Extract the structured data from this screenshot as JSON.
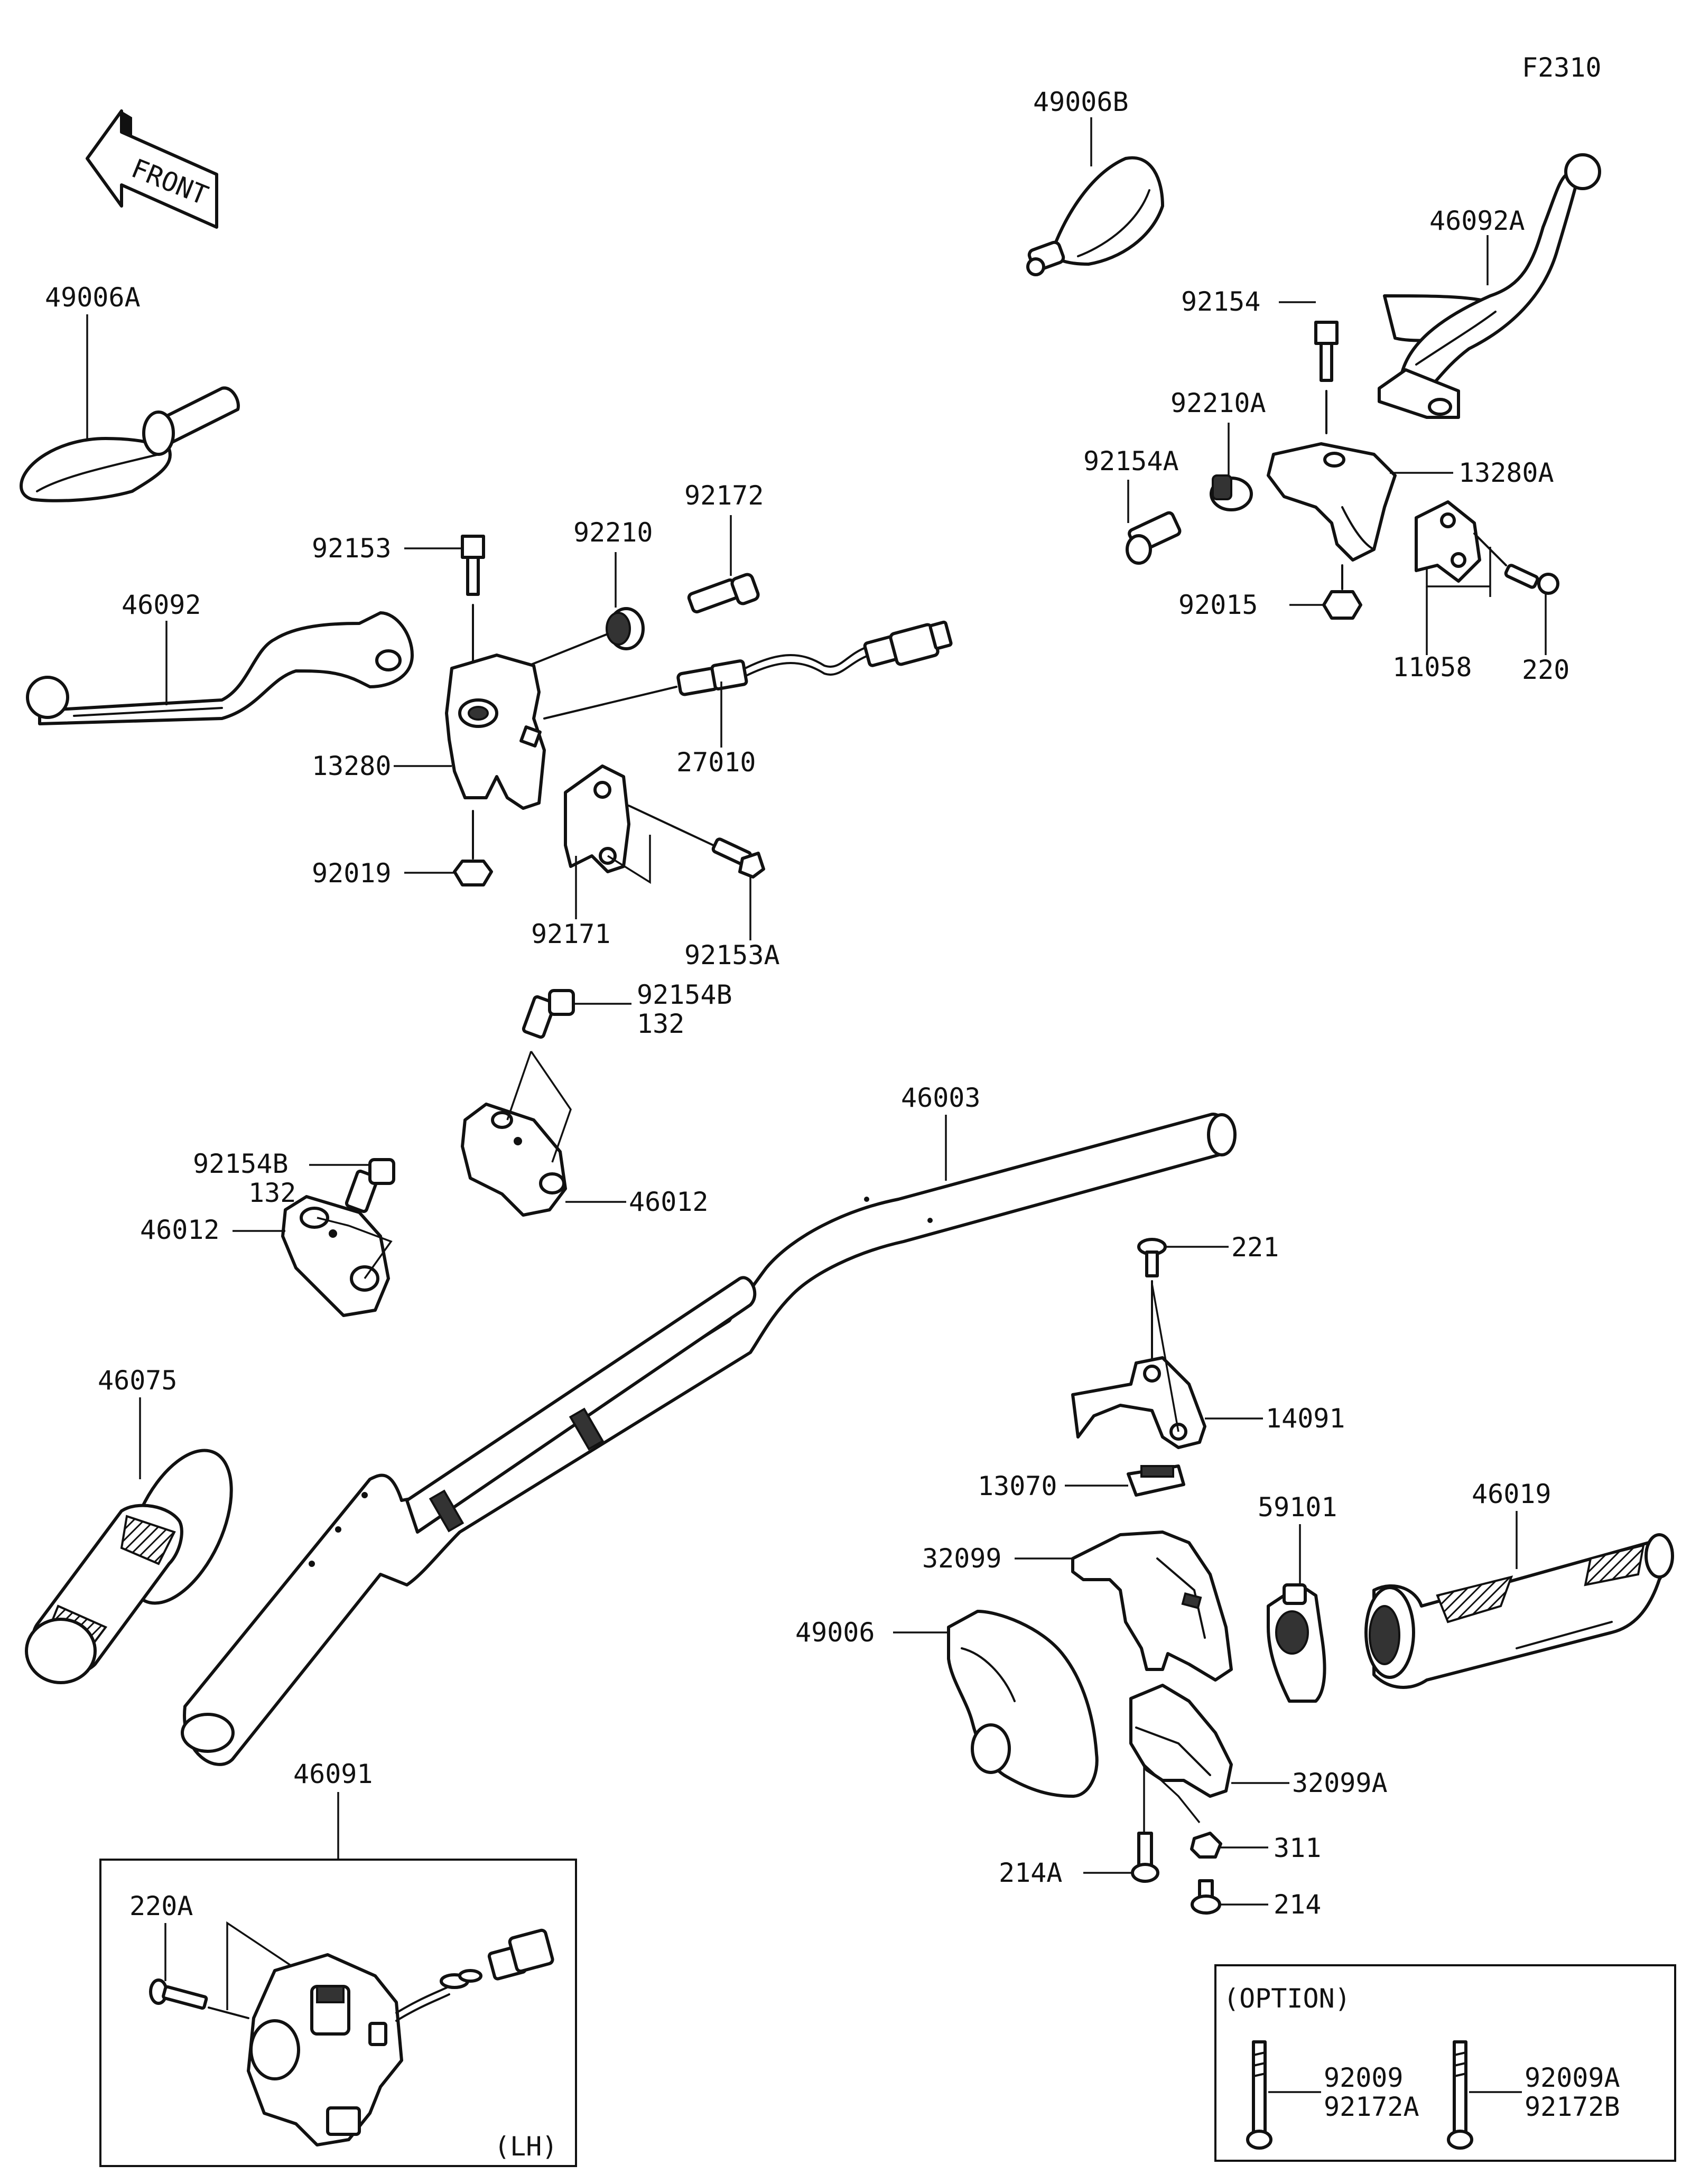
{
  "figure_code": "F2310",
  "front_label": "FRONT",
  "option_label": "(OPTION)",
  "lh_label": "(LH)",
  "labels": {
    "p49006B": "49006B",
    "p46092A": "46092A",
    "p92154": "92154",
    "p92210A": "92210A",
    "p92154A": "92154A",
    "p13280A": "13280A",
    "p92015": "92015",
    "p11058": "11058",
    "p220": "220",
    "p49006A": "49006A",
    "p92153": "92153",
    "p92210": "92210",
    "p92172": "92172",
    "p46092": "46092",
    "p13280": "13280",
    "p27010": "27010",
    "p92019": "92019",
    "p92171": "92171",
    "p92153A": "92153A",
    "p92154B_1": "92154B",
    "p132_1": "132",
    "p92154B_2": "92154B",
    "p132_2": "132",
    "p46003": "46003",
    "p46012_1": "46012",
    "p46012_2": "46012",
    "p46075": "46075",
    "p221": "221",
    "p14091": "14091",
    "p13070": "13070",
    "p59101": "59101",
    "p46019": "46019",
    "p32099": "32099",
    "p49006": "49006",
    "p32099A": "32099A",
    "p311": "311",
    "p214A": "214A",
    "p214": "214",
    "p46091": "46091",
    "p220A": "220A",
    "p92009": "92009",
    "p92172A": "92172A",
    "p92009A": "92009A",
    "p92172B": "92172B"
  }
}
